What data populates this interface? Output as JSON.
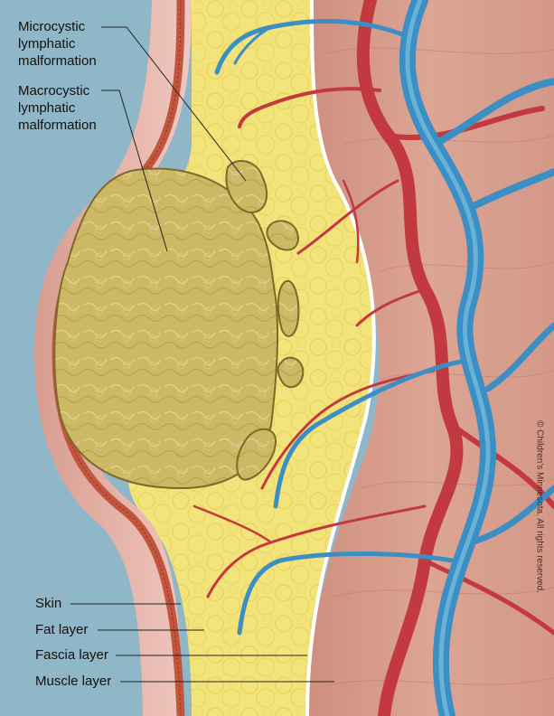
{
  "labels": {
    "microcystic": "Microcystic\nlymphatic\nmalformation",
    "macrocystic": "Macrocystic\nlymphatic\nmalformation",
    "skin": "Skin",
    "fat": "Fat layer",
    "fascia": "Fascia layer",
    "muscle": "Muscle layer"
  },
  "copyright": "© Children's Minnesota. All rights reserved.",
  "colors": {
    "background": "#8fb7c7",
    "skin_outer": "#e7b5ab",
    "skin_dermis": "#c1553d",
    "fat": "#f2e47a",
    "fascia": "#ffffff",
    "muscle": "#d9a08e",
    "cyst": "#cdb865",
    "artery": "#c2393f",
    "vein": "#3b8fc4"
  }
}
